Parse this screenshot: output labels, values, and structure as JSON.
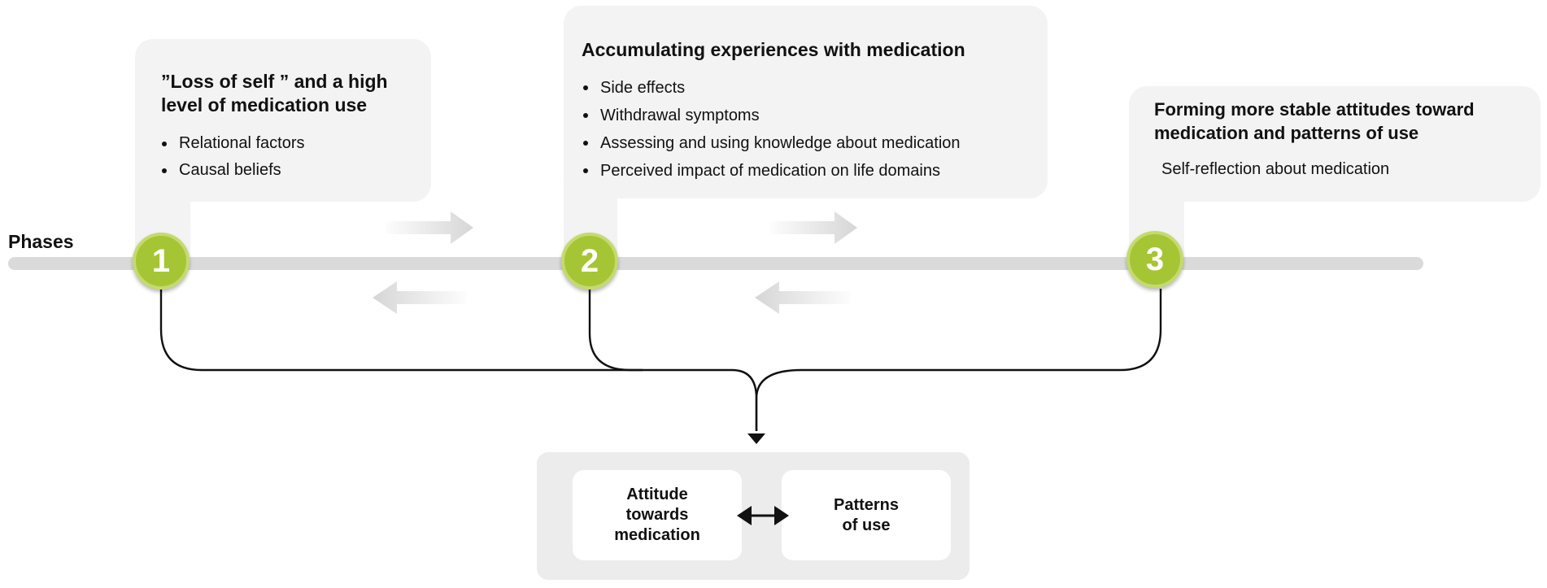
{
  "axis": {
    "label": "Phases"
  },
  "phases": [
    {
      "number": "1",
      "title_lines": [
        "”Loss of self ” and a high",
        "level of medication use"
      ],
      "items": [
        "Relational factors",
        "Causal beliefs"
      ]
    },
    {
      "number": "2",
      "title_lines": [
        "Accumulating experiences with medication"
      ],
      "items": [
        "Side effects",
        "Withdrawal symptoms",
        "Assessing and using knowledge about medication",
        "Perceived impact of medication on life domains"
      ]
    },
    {
      "number": "3",
      "title_lines": [
        "Forming more stable attitudes toward",
        "medication and patterns of use"
      ],
      "note": "Self-reflection about medication"
    }
  ],
  "outcome": {
    "left_label": "Attitude\ntowards\nmedication",
    "right_label": "Patterns\nof use"
  },
  "colors": {
    "node_fill": "#a6c534",
    "node_ring": "#c4da6e",
    "bubble_bg": "#f3f3f3",
    "timeline": "#dadada",
    "arrow_fade": "#d6d6d6",
    "outcome_bg": "#ececec",
    "text": "#111111"
  }
}
